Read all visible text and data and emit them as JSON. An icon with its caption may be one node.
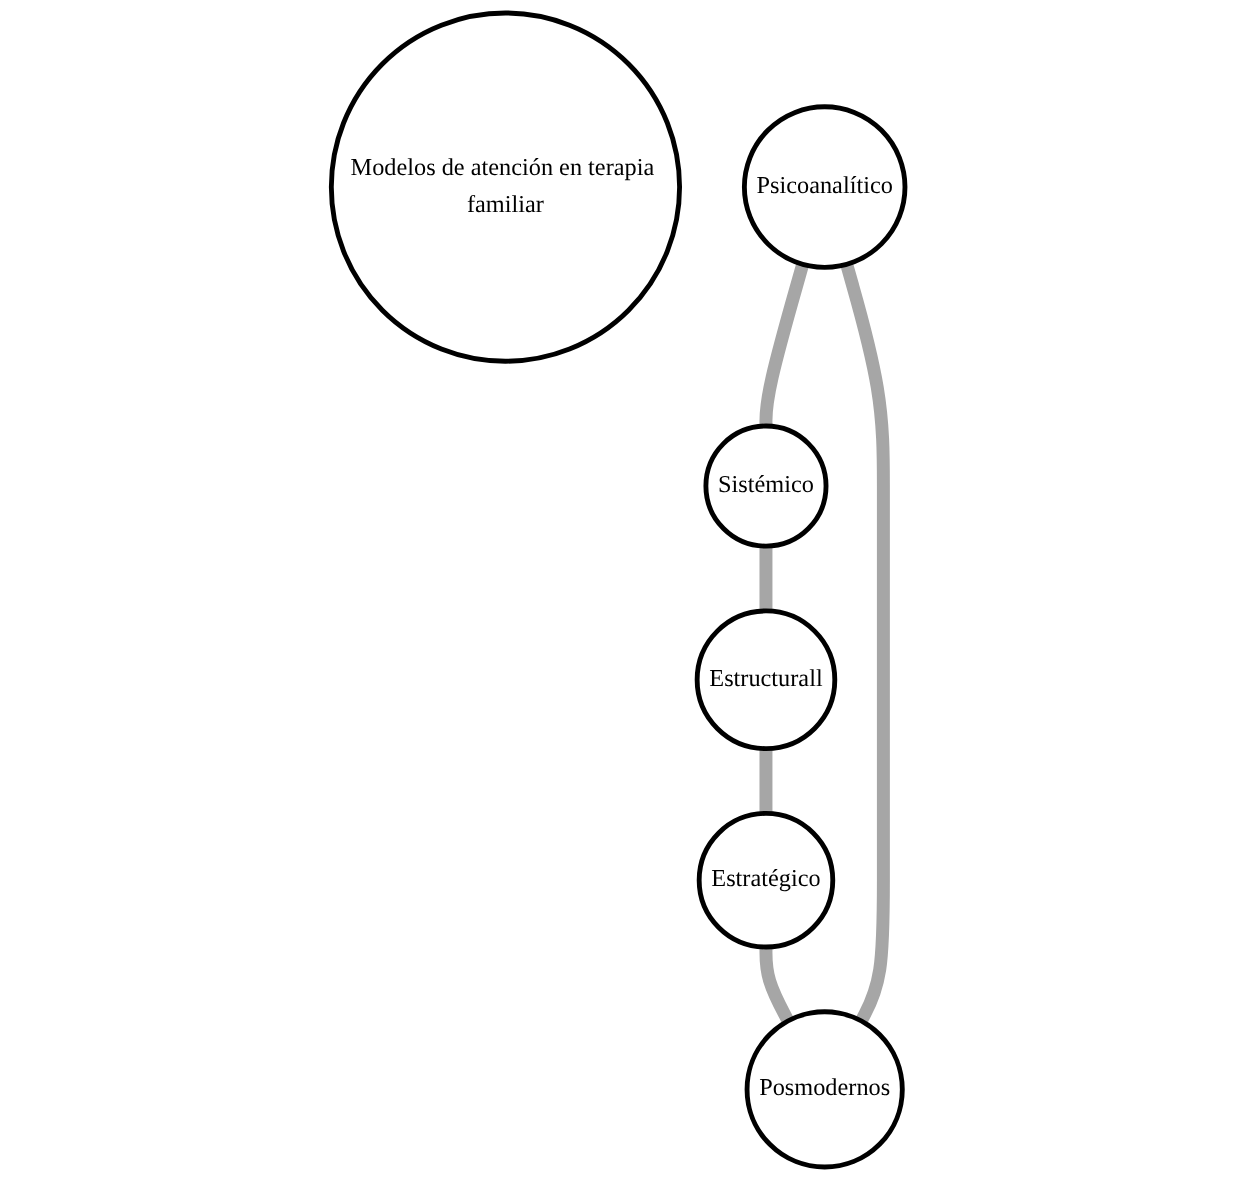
{
  "diagram": {
    "nodes": [
      {
        "text": [
          "Modelos de atención en terapia familiar"
        ]
      },
      {
        "text": [
          "Psicoanalítico"
        ]
      },
      {
        "text": [
          "Sistémico"
        ]
      },
      {
        "text": [
          "Estructurall"
        ]
      },
      {
        "text": [
          "Estratégico"
        ]
      },
      {
        "text": [
          "Posmodernos"
        ]
      }
    ],
    "edges": [
      {
        "from": 1,
        "to": 2,
        "arrow": "none"
      },
      {
        "from": 2,
        "to": 3,
        "arrow": "none"
      },
      {
        "from": 3,
        "to": 4,
        "arrow": "none"
      },
      {
        "from": 4,
        "to": 5,
        "arrow": "none"
      },
      {
        "from": 5,
        "to": 1,
        "arrow": "none"
      }
    ]
  }
}
